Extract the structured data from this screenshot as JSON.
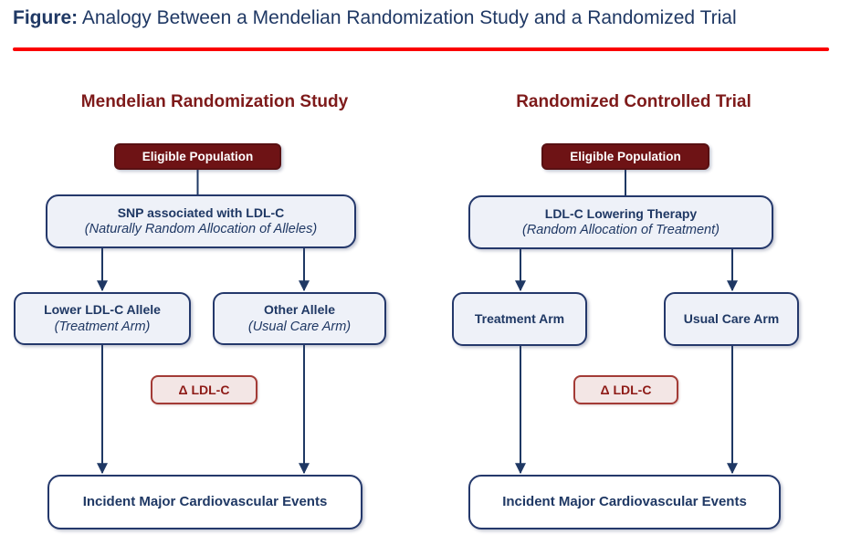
{
  "title": {
    "label": "Figure:",
    "text": " Analogy Between a Mendelian Randomization Study and a Randomized Trial"
  },
  "colors": {
    "navy": "#1F3864",
    "maroon_fill": "#6E1315",
    "heading_maroon": "#7E1A1A",
    "light_box_fill": "#EEF1F8",
    "delta_fill": "#F3E6E5",
    "delta_border": "#A33B36",
    "divider_red": "#FB0000"
  },
  "columns": [
    {
      "heading": "Mendelian Randomization Study",
      "eligible": "Eligible Population",
      "intervention": {
        "line1": "SNP associated with LDL-C",
        "line2": "(Naturally Random Allocation of Alleles)"
      },
      "arm_left": {
        "line1": "Lower LDL-C Allele",
        "line2": "(Treatment Arm)"
      },
      "arm_right": {
        "line1": "Other Allele",
        "line2": "(Usual Care Arm)"
      },
      "delta": "Δ LDL-C",
      "outcome": "Incident Major Cardiovascular Events"
    },
    {
      "heading": "Randomized Controlled Trial",
      "eligible": "Eligible Population",
      "intervention": {
        "line1": "LDL-C Lowering Therapy",
        "line2": "(Random Allocation of Treatment)"
      },
      "arm_left": {
        "line1": "Treatment Arm"
      },
      "arm_right": {
        "line1": "Usual Care Arm"
      },
      "delta": "Δ LDL-C",
      "outcome": "Incident Major Cardiovascular Events"
    }
  ]
}
